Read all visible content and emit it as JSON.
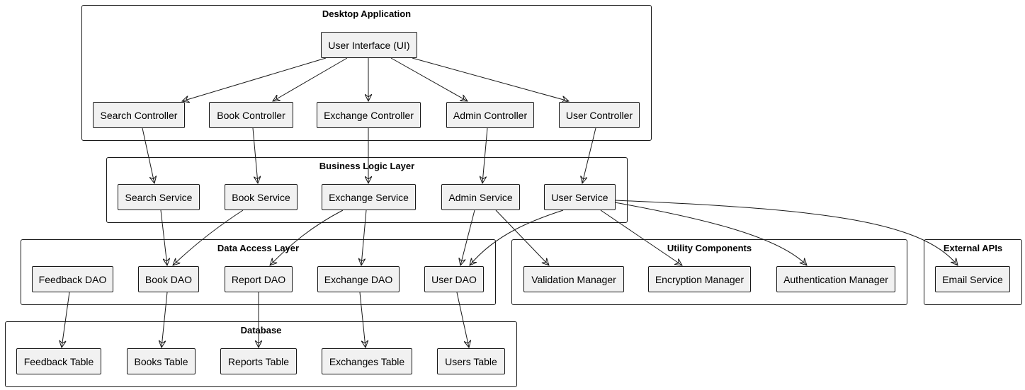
{
  "groups": {
    "desktop": "Desktop Application",
    "business": "Business Logic Layer",
    "dataaccess": "Data Access Layer",
    "utility": "Utility Components",
    "external": "External APIs",
    "database": "Database"
  },
  "nodes": {
    "ui": "User Interface (UI)",
    "search_controller": "Search Controller",
    "book_controller": "Book Controller",
    "exchange_controller": "Exchange Controller",
    "admin_controller": "Admin Controller",
    "user_controller": "User Controller",
    "search_service": "Search Service",
    "book_service": "Book Service",
    "exchange_service": "Exchange Service",
    "admin_service": "Admin Service",
    "user_service": "User Service",
    "feedback_dao": "Feedback DAO",
    "book_dao": "Book DAO",
    "report_dao": "Report DAO",
    "exchange_dao": "Exchange DAO",
    "user_dao": "User DAO",
    "validation_manager": "Validation Manager",
    "encryption_manager": "Encryption Manager",
    "authentication_manager": "Authentication Manager",
    "email_service": "Email Service",
    "feedback_table": "Feedback Table",
    "books_table": "Books Table",
    "reports_table": "Reports Table",
    "exchanges_table": "Exchanges Table",
    "users_table": "Users Table"
  },
  "edges": [
    [
      "ui",
      "search_controller"
    ],
    [
      "ui",
      "book_controller"
    ],
    [
      "ui",
      "exchange_controller"
    ],
    [
      "ui",
      "admin_controller"
    ],
    [
      "ui",
      "user_controller"
    ],
    [
      "search_controller",
      "search_service"
    ],
    [
      "book_controller",
      "book_service"
    ],
    [
      "exchange_controller",
      "exchange_service"
    ],
    [
      "admin_controller",
      "admin_service"
    ],
    [
      "user_controller",
      "user_service"
    ],
    [
      "search_service",
      "book_dao"
    ],
    [
      "book_service",
      "book_dao"
    ],
    [
      "exchange_service",
      "report_dao"
    ],
    [
      "exchange_service",
      "exchange_dao"
    ],
    [
      "admin_service",
      "user_dao"
    ],
    [
      "admin_service",
      "validation_manager"
    ],
    [
      "user_service",
      "user_dao"
    ],
    [
      "user_service",
      "encryption_manager"
    ],
    [
      "user_service",
      "authentication_manager"
    ],
    [
      "user_service",
      "email_service"
    ],
    [
      "feedback_dao",
      "feedback_table"
    ],
    [
      "book_dao",
      "books_table"
    ],
    [
      "report_dao",
      "reports_table"
    ],
    [
      "exchange_dao",
      "exchanges_table"
    ],
    [
      "user_dao",
      "users_table"
    ]
  ]
}
